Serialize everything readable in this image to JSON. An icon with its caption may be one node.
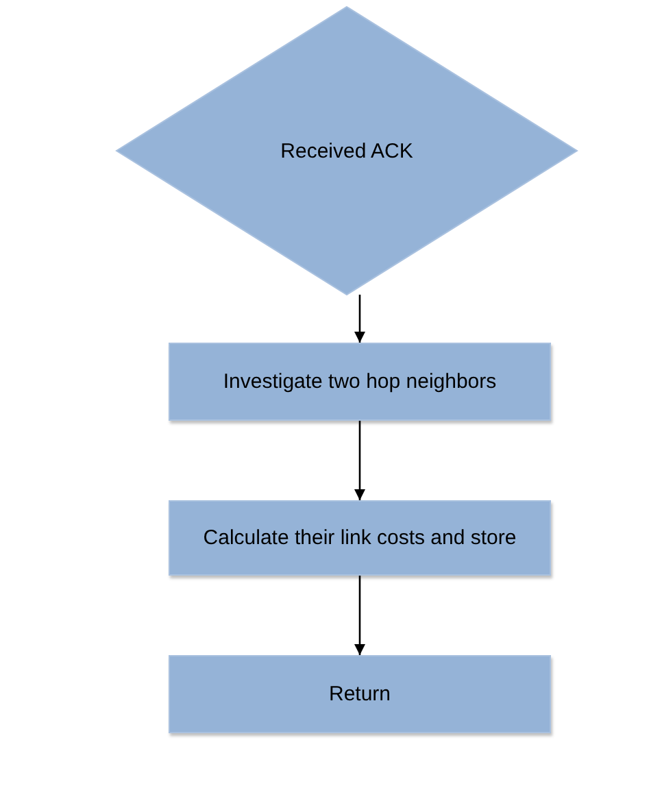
{
  "diagram": {
    "nodes": [
      {
        "text": [
          "Received ACK"
        ]
      },
      {
        "text": [
          "Investigate two hop neighbors"
        ]
      },
      {
        "text": [
          "Calculate their link costs and store"
        ]
      },
      {
        "text": [
          "Return"
        ]
      }
    ],
    "edges": [
      {
        "from": 0,
        "to": 1,
        "arrow": "to"
      },
      {
        "from": 1,
        "to": 2,
        "arrow": "to"
      },
      {
        "from": 2,
        "to": 3,
        "arrow": "to"
      }
    ]
  }
}
